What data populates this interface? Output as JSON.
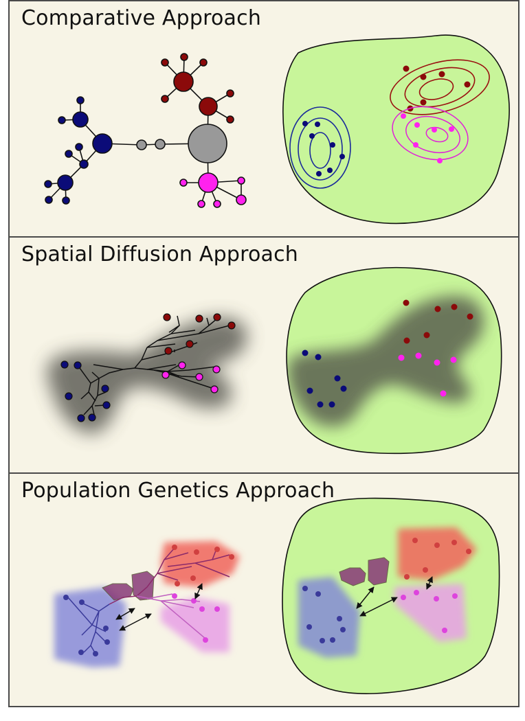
{
  "panels": [
    {
      "id": "comparative",
      "title": "Comparative Approach"
    },
    {
      "id": "spatial-diffusion",
      "title": "Spatial Diffusion Approach"
    },
    {
      "id": "population-genetics",
      "title": "Population Genetics Approach"
    }
  ],
  "colors": {
    "background": "#f7f4e6",
    "map_fill": "#c8f59a",
    "blue": "#0b0b78",
    "red": "#8b0a0a",
    "magenta": "#ff22ee",
    "gray": "#999999",
    "shadow": "#4c4c44",
    "blue_region": "#7f85d8",
    "red_region": "#f0655c",
    "pink_region": "#e8a0e6",
    "purple_region": "#883a78"
  }
}
